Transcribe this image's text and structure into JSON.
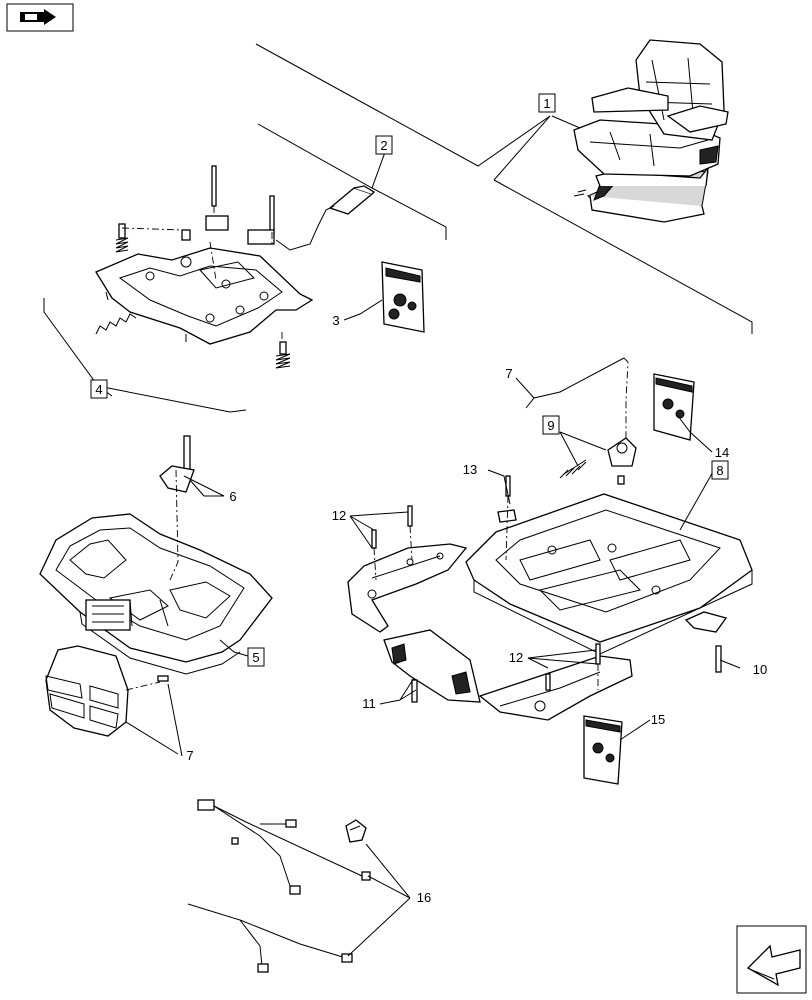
{
  "callouts": {
    "c1": "1",
    "c2": "2",
    "c3": "3",
    "c4": "4",
    "c5": "5",
    "c6": "6",
    "c7a": "7",
    "c7b": "7",
    "c8": "8",
    "c9": "9",
    "c10": "10",
    "c11": "11",
    "c12a": "12",
    "c12b": "12",
    "c13": "13",
    "c14": "14",
    "c15": "15",
    "c16": "16"
  },
  "icons": {
    "top_left": "book-arrow-icon",
    "bottom_right": "next-page-arrow-icon"
  }
}
